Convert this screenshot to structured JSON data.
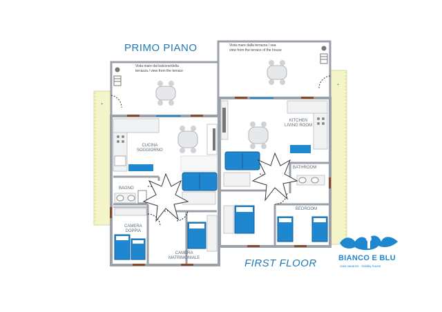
{
  "titles": {
    "primo_piano": "PRIMO PIANO",
    "first_floor": "FIRST FLOOR"
  },
  "rooms": {
    "left_kitchen": [
      "CUCINA",
      "SOGGIORNO"
    ],
    "left_bath": "BAGNO",
    "left_bedroom1": [
      "CAMERA",
      "DOPPIA"
    ],
    "left_bedroom2": [
      "CAMERA",
      "MATRIMONIALE"
    ],
    "right_kitchen": [
      "KITCHEN",
      "LIVING ROOM"
    ],
    "right_bath": "BATHROOM",
    "right_bedroom": "BEDROOM"
  },
  "terrace_notes": {
    "left": [
      "Vista mare dal balcone/della",
      "terrazza / view from the terrace"
    ],
    "right": [
      "Vista mare dalla terrazza / sea",
      "view from the terrace of the house"
    ]
  },
  "brand": {
    "name": "BIANCO E BLU",
    "tagline": "casa vacanze · holiday house"
  },
  "colors": {
    "wall": "#9aa1a8",
    "blue": "#1f86d0",
    "title": "#1f78b4",
    "garden": "#f3f5c8"
  }
}
